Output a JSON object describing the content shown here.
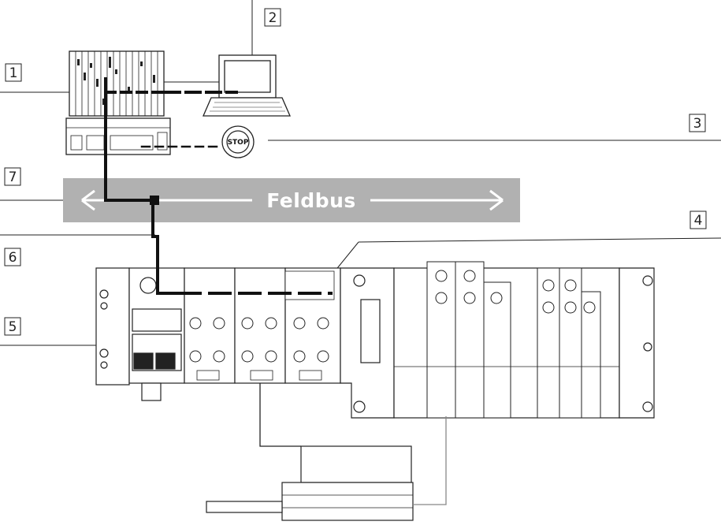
{
  "diagram": {
    "bus_label": "Feldbus",
    "stop_label": "STOP",
    "callouts": [
      "1",
      "2",
      "3",
      "4",
      "5",
      "6",
      "7"
    ]
  }
}
